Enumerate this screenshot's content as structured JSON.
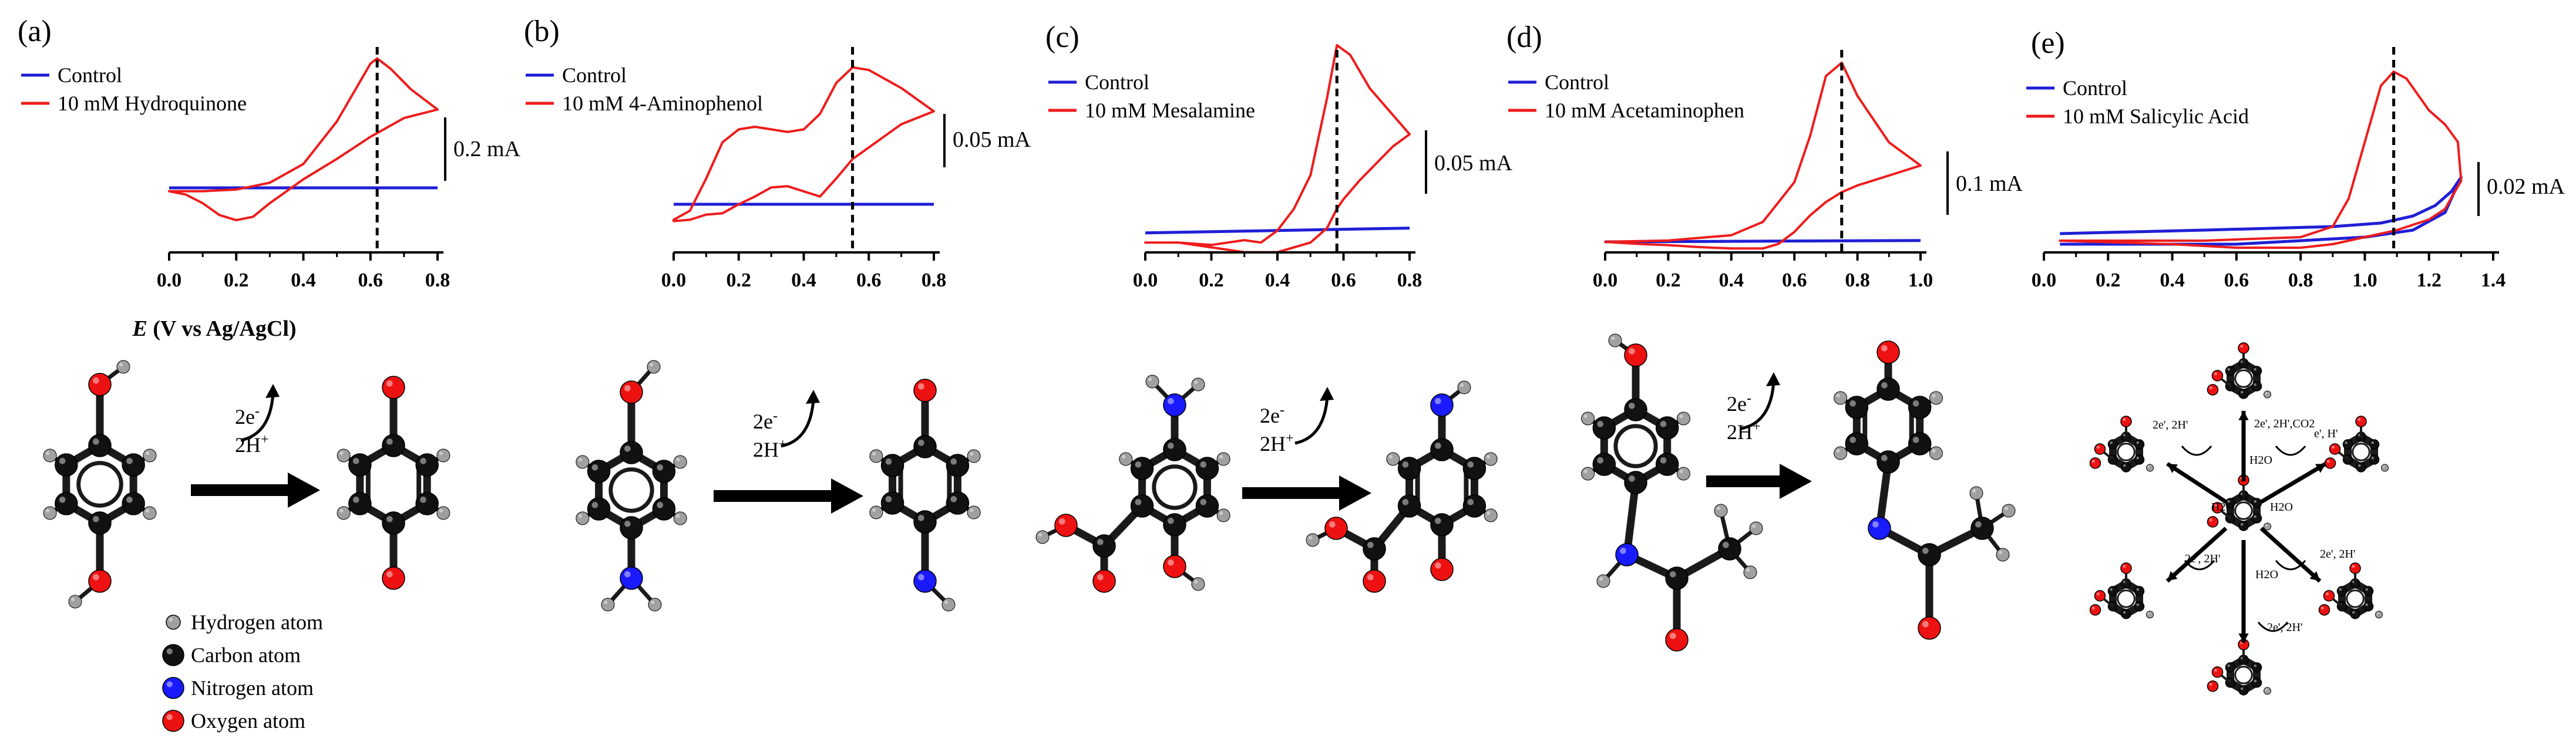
{
  "figure": {
    "shared_axis_label_italic": "E",
    "shared_axis_label_rest": " (V vs Ag/AgCl)",
    "legend_atoms": [
      {
        "label": "Hydrogen atom",
        "color": "#a0a0a0"
      },
      {
        "label": "Carbon atom",
        "color": "#111111"
      },
      {
        "label": "Nitrogen atom",
        "color": "#1a1aff"
      },
      {
        "label": "Oxygen atom",
        "color": "#ee1111"
      }
    ],
    "colors": {
      "control": "#1f1fd6",
      "sample": "#ee1c1c",
      "axis": "#000000"
    }
  },
  "chart_data": [
    {
      "type": "line",
      "panel_label": "(a)",
      "xlim": [
        0,
        0.8
      ],
      "xticks": [
        "0.0",
        "0.2",
        "0.4",
        "0.6",
        "0.8"
      ],
      "peak_potential": 0.62,
      "scale_bar_label": "0.2 mA",
      "series": [
        {
          "name": "Control",
          "x": [
            0.0,
            0.8
          ],
          "y": [
            0.0,
            0.0
          ]
        },
        {
          "name": "10 mM Hydroquinone",
          "x": [
            0.0,
            0.1,
            0.2,
            0.3,
            0.4,
            0.5,
            0.55,
            0.6,
            0.62,
            0.66,
            0.72,
            0.8,
            0.8,
            0.7,
            0.6,
            0.5,
            0.4,
            0.3,
            0.25,
            0.2,
            0.15,
            0.1,
            0.05,
            0.0
          ],
          "y": [
            -0.02,
            -0.02,
            -0.01,
            0.03,
            0.14,
            0.39,
            0.56,
            0.73,
            0.76,
            0.7,
            0.58,
            0.46,
            0.46,
            0.41,
            0.3,
            0.17,
            0.05,
            -0.09,
            -0.17,
            -0.19,
            -0.16,
            -0.09,
            -0.04,
            -0.02
          ]
        }
      ]
    },
    {
      "type": "line",
      "panel_label": "(b)",
      "xlim": [
        0,
        0.8
      ],
      "xticks": [
        "0.0",
        "0.2",
        "0.4",
        "0.6",
        "0.8"
      ],
      "peak_potential": 0.55,
      "scale_bar_label": "0.05 mA",
      "series": [
        {
          "name": "Control",
          "x": [
            0.0,
            0.8
          ],
          "y": [
            0.0,
            0.0
          ]
        },
        {
          "name": "10 mM 4-Aminophenol",
          "x": [
            0.0,
            0.05,
            0.1,
            0.15,
            0.2,
            0.25,
            0.3,
            0.35,
            0.4,
            0.45,
            0.5,
            0.55,
            0.6,
            0.7,
            0.8,
            0.7,
            0.6,
            0.55,
            0.5,
            0.45,
            0.4,
            0.35,
            0.3,
            0.25,
            0.2,
            0.15,
            0.1,
            0.05,
            0.0
          ],
          "y": [
            -0.012,
            -0.005,
            0.02,
            0.048,
            0.058,
            0.06,
            0.058,
            0.056,
            0.058,
            0.07,
            0.094,
            0.106,
            0.104,
            0.09,
            0.072,
            0.062,
            0.044,
            0.035,
            0.02,
            0.006,
            0.01,
            0.014,
            0.013,
            0.006,
            0.0,
            -0.007,
            -0.008,
            -0.012,
            -0.013
          ]
        }
      ]
    },
    {
      "type": "line",
      "panel_label": "(c)",
      "xlim": [
        0,
        0.8
      ],
      "xticks": [
        "0.0",
        "0.2",
        "0.4",
        "0.6",
        "0.8"
      ],
      "peak_potential": 0.58,
      "scale_bar_label": "0.05 mA",
      "series": [
        {
          "name": "Control",
          "x": [
            0.0,
            0.8
          ],
          "y": [
            0.002,
            0.004
          ]
        },
        {
          "name": "10 mM Mesalamine",
          "x": [
            0.0,
            0.1,
            0.2,
            0.3,
            0.35,
            0.4,
            0.45,
            0.5,
            0.55,
            0.58,
            0.62,
            0.68,
            0.8,
            0.8,
            0.75,
            0.7,
            0.65,
            0.6,
            0.58,
            0.55,
            0.5,
            0.45,
            0.4,
            0.3,
            0.25,
            0.2,
            0.1,
            0.0
          ],
          "y": [
            -0.002,
            -0.002,
            -0.003,
            -0.001,
            -0.002,
            0.003,
            0.012,
            0.026,
            0.058,
            0.08,
            0.076,
            0.062,
            0.043,
            0.043,
            0.038,
            0.031,
            0.024,
            0.016,
            0.012,
            0.004,
            -0.002,
            -0.004,
            -0.006,
            -0.006,
            -0.005,
            -0.004,
            -0.002,
            -0.002
          ]
        }
      ]
    },
    {
      "type": "line",
      "panel_label": "(d)",
      "xlim": [
        0,
        1.0
      ],
      "xticks": [
        "0.0",
        "0.2",
        "0.4",
        "0.6",
        "0.8",
        "1.0"
      ],
      "peak_potential": 0.75,
      "scale_bar_label": "0.1 mA",
      "series": [
        {
          "name": "Control",
          "x": [
            0.0,
            1.0
          ],
          "y": [
            0.0,
            0.002
          ]
        },
        {
          "name": "10 mM Acetaminophen",
          "x": [
            0.0,
            0.2,
            0.4,
            0.5,
            0.6,
            0.65,
            0.7,
            0.75,
            0.8,
            0.9,
            1.0,
            1.0,
            0.9,
            0.8,
            0.75,
            0.7,
            0.65,
            0.6,
            0.55,
            0.5,
            0.4,
            0.3,
            0.2,
            0.1,
            0.0
          ],
          "y": [
            0.0,
            0.002,
            0.01,
            0.03,
            0.09,
            0.16,
            0.25,
            0.27,
            0.22,
            0.15,
            0.115,
            0.115,
            0.1,
            0.085,
            0.075,
            0.06,
            0.04,
            0.015,
            -0.003,
            -0.01,
            -0.01,
            -0.008,
            -0.005,
            -0.003,
            0.0
          ]
        }
      ]
    },
    {
      "type": "line",
      "panel_label": "(e)",
      "xlim": [
        0,
        1.4
      ],
      "xticks": [
        "0.0",
        "0.2",
        "0.4",
        "0.6",
        "0.8",
        "1.0",
        "1.2",
        "1.4"
      ],
      "peak_potential": 1.09,
      "scale_bar_label": "0.02 mA",
      "series": [
        {
          "name": "Control",
          "x": [
            0.05,
            0.5,
            0.9,
            1.05,
            1.15,
            1.22,
            1.27,
            1.3,
            1.3,
            1.25,
            1.15,
            1.0,
            0.6,
            0.05
          ],
          "y": [
            0.002,
            0.003,
            0.004,
            0.005,
            0.007,
            0.01,
            0.014,
            0.018,
            0.018,
            0.008,
            0.003,
            0.001,
            -0.001,
            -0.001
          ]
        },
        {
          "name": "10 mM Salicylic Acid",
          "x": [
            0.05,
            0.5,
            0.8,
            0.9,
            0.95,
            1.0,
            1.05,
            1.09,
            1.13,
            1.2,
            1.25,
            1.29,
            1.3,
            1.25,
            1.2,
            1.1,
            1.0,
            0.9,
            0.8,
            0.6,
            0.4,
            0.05
          ],
          "y": [
            0.0,
            0.0,
            0.001,
            0.004,
            0.012,
            0.028,
            0.044,
            0.048,
            0.046,
            0.037,
            0.033,
            0.028,
            0.017,
            0.009,
            0.006,
            0.003,
            0.001,
            -0.001,
            -0.002,
            -0.002,
            -0.001,
            0.0
          ]
        }
      ]
    }
  ],
  "schemes": [
    {
      "arrow_top": "2e",
      "arrow_top_sup": "-",
      "arrow_bottom": "2H",
      "arrow_bottom_sup": "+"
    },
    {
      "arrow_top": "2e",
      "arrow_top_sup": "-",
      "arrow_bottom": "2H",
      "arrow_bottom_sup": "+"
    },
    {
      "arrow_top": "2e",
      "arrow_top_sup": "-",
      "arrow_bottom": "2H",
      "arrow_bottom_sup": "+"
    },
    {
      "arrow_top": "2e",
      "arrow_top_sup": "-",
      "arrow_bottom": "2H",
      "arrow_bottom_sup": "+"
    }
  ],
  "scheme_e_labels": [
    "2e', 2H',CO2",
    "H2O",
    "e', H'",
    "2e', 2H'",
    "H2O",
    "H2O",
    "2e', 2H'",
    "H2O",
    "2e', 2H'",
    "2e', 2H'"
  ]
}
